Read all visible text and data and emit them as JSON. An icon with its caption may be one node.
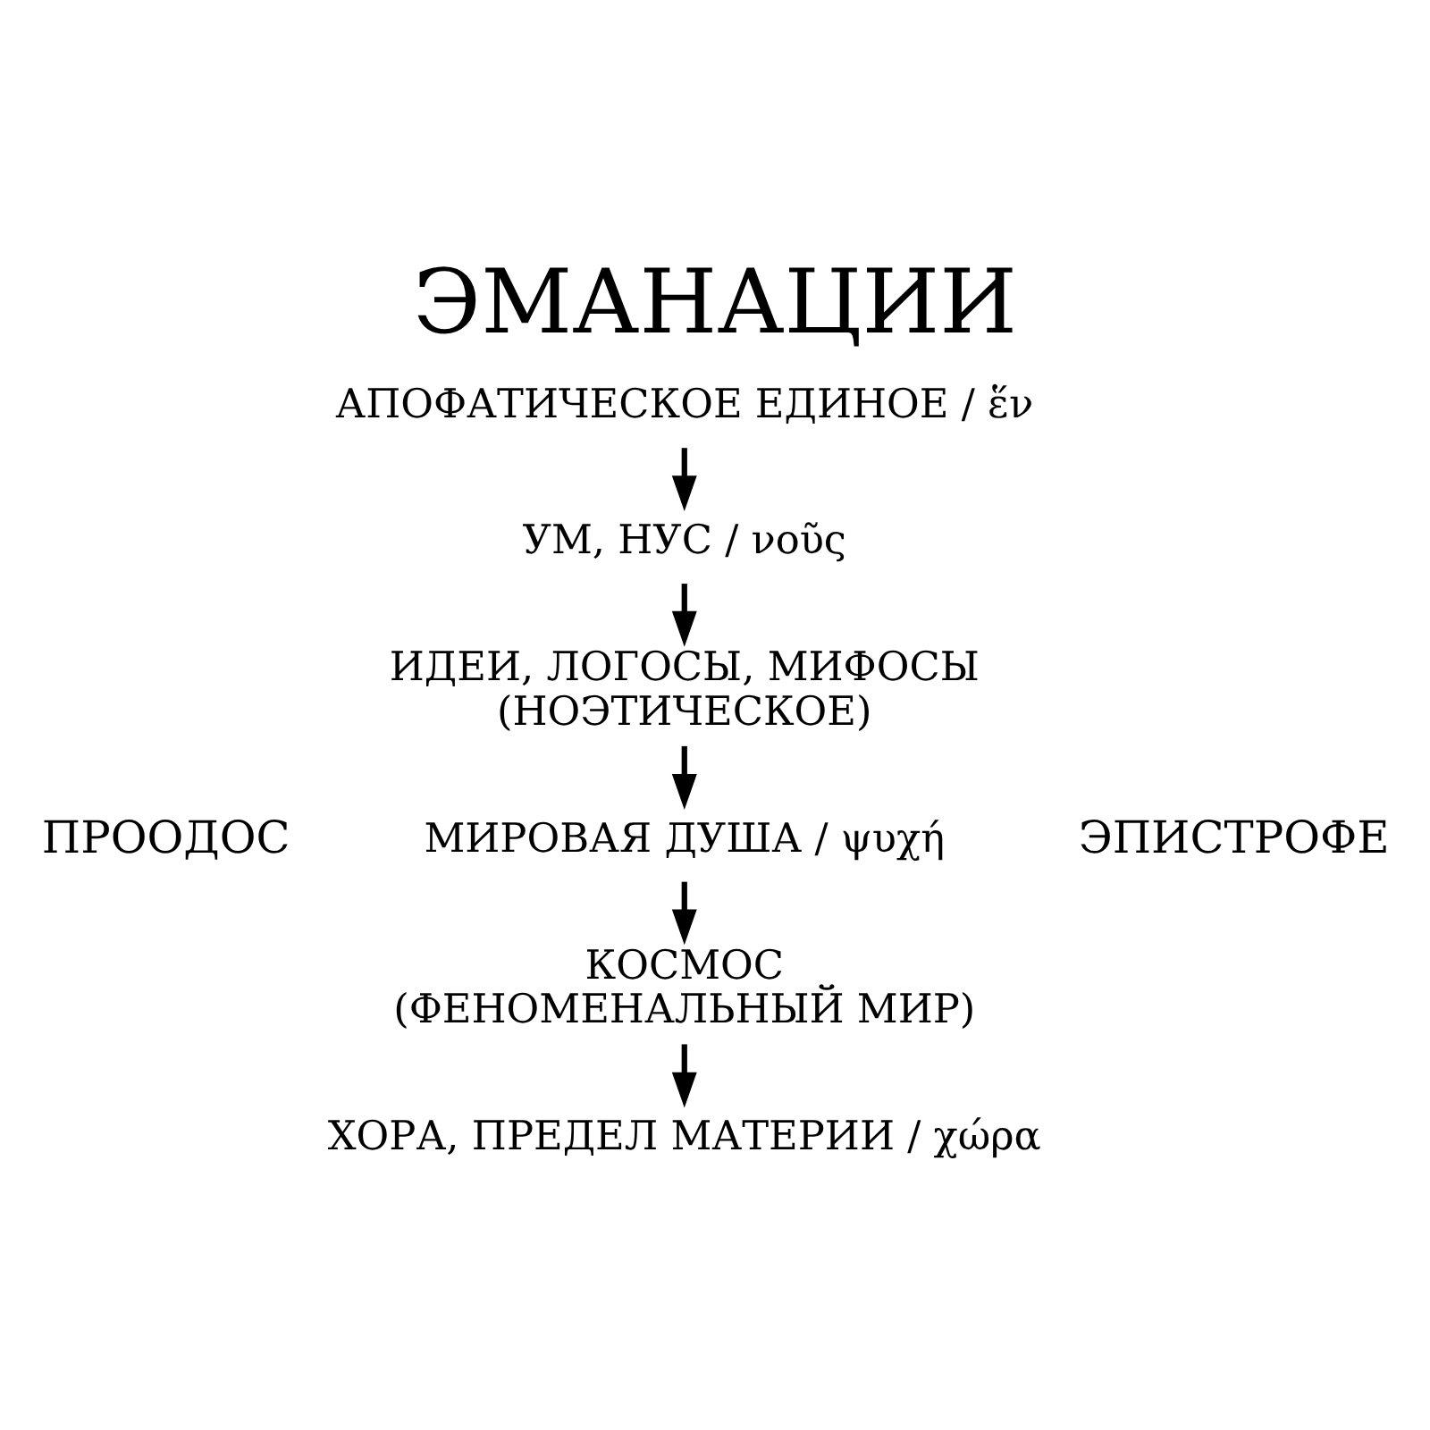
{
  "diagram": {
    "title": "ЭМАНАЦИИ",
    "nodes": [
      {
        "text": [
          "АПОФАТИЧЕСКОЕ ЕДИНОЕ / ἕν"
        ]
      },
      {
        "text": [
          "УМ, НУС / νοῦς"
        ]
      },
      {
        "text": [
          "ИДЕИ, ЛОГОСЫ, МИФОСЫ",
          "(НОЭТИЧЕСКОЕ)"
        ]
      },
      {
        "text": [
          "МИРОВАЯ ДУША / ψυχή"
        ]
      },
      {
        "text": [
          "КОСМОС",
          "(ФЕНОМЕНАЛЬНЫЙ МИР)"
        ]
      },
      {
        "text": [
          "ХОРА, ПРЕДЕЛ МАТЕРИИ / χώρα"
        ]
      }
    ],
    "edges": [
      {
        "from": 0,
        "to": 1,
        "arrow": "to"
      },
      {
        "from": 1,
        "to": 2,
        "arrow": "to"
      },
      {
        "from": 2,
        "to": 3,
        "arrow": "to"
      },
      {
        "from": 3,
        "to": 4,
        "arrow": "to"
      },
      {
        "from": 4,
        "to": 5,
        "arrow": "to"
      }
    ],
    "labels": [
      "ПРООДОС",
      "ЭПИСТРОФЕ"
    ]
  }
}
